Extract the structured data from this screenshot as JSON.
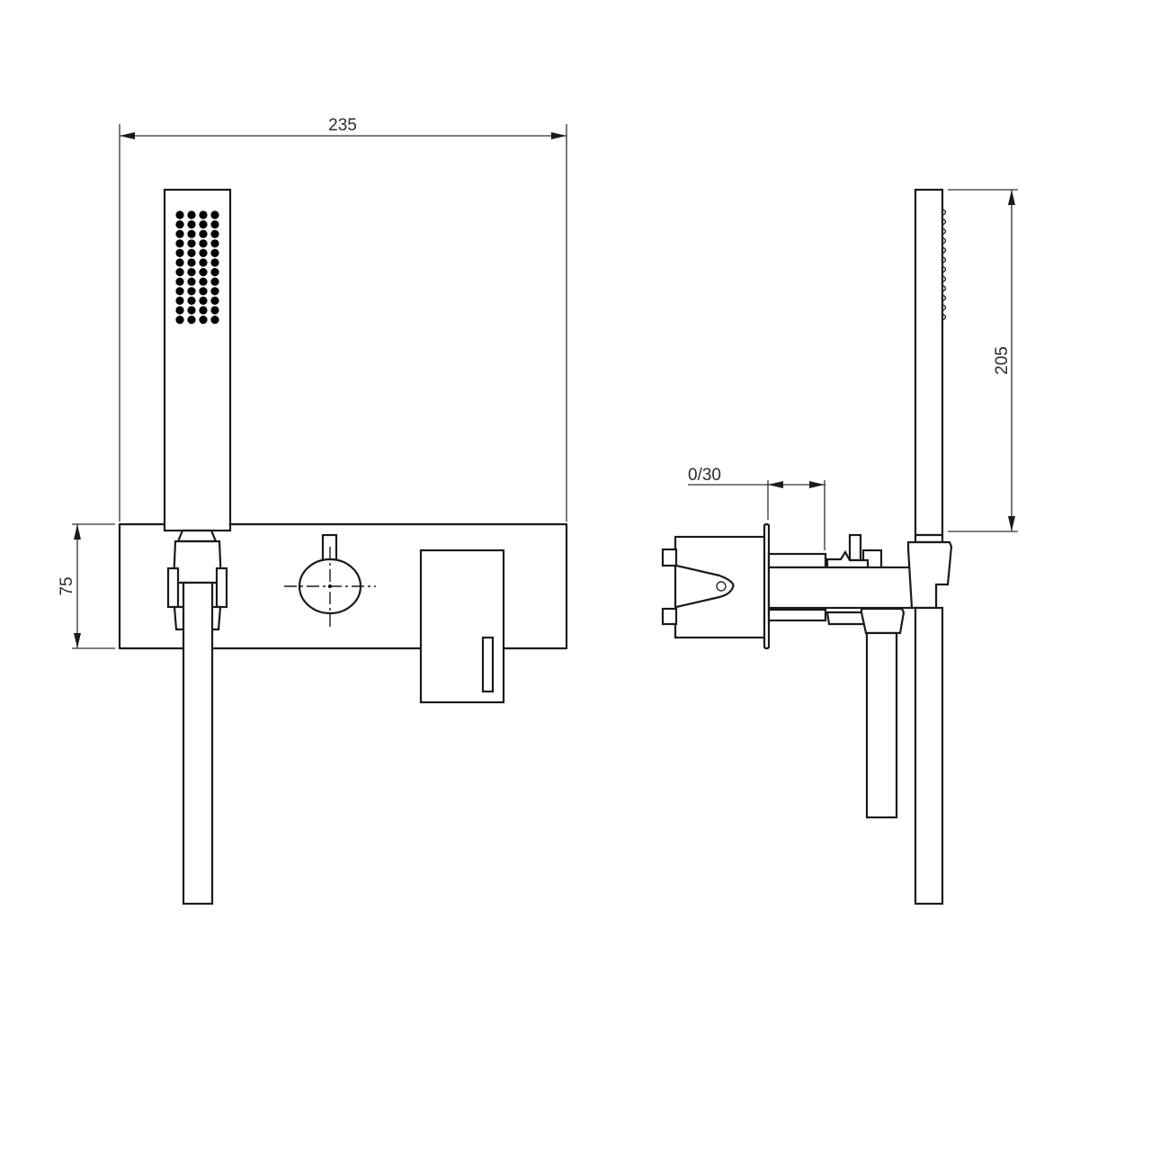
{
  "drawing": {
    "title": "Wall-mounted mixer with hand shower – technical dimension drawing",
    "views": [
      {
        "name": "front-view",
        "description": "Front elevation: wall plate with hand shower on holder, round diverter knob and lever mixer handle"
      },
      {
        "name": "side-view",
        "description": "Side elevation: in-wall body, wall plate, spout/holder and hand shower"
      }
    ]
  },
  "dimensions": {
    "overall_width": "235",
    "plate_height": "75",
    "handshower_length": "205",
    "wall_adjustment": "0/30"
  },
  "handshower": {
    "nozzle_columns": 4,
    "nozzle_rows": 12
  },
  "colors": {
    "line": "#1a1a1a",
    "dimension_text": "#2b2b2b",
    "background": "#ffffff"
  }
}
